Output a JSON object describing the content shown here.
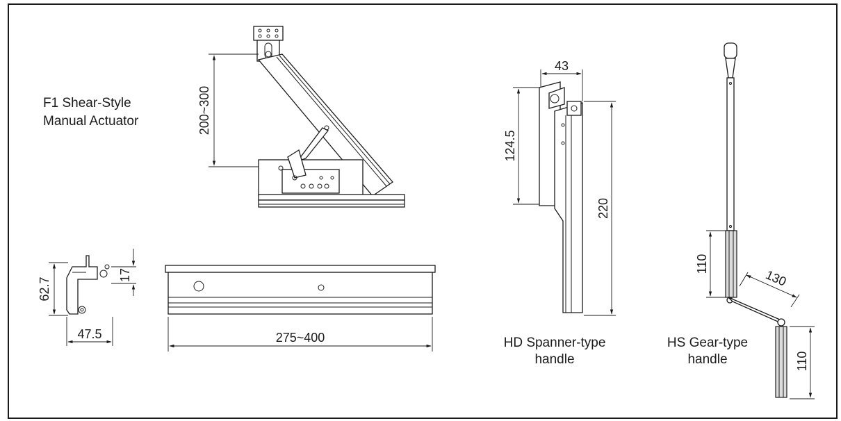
{
  "labels": {
    "f1_title_line1": "F1 Shear-Style",
    "f1_title_line2": "Manual Actuator",
    "hd_line1": "HD Spanner-type",
    "hd_line2": "handle",
    "hs_line1": "HS Gear-type",
    "hs_line2": "handle"
  },
  "dimensions": {
    "actuator_height": "200~300",
    "bracket_height": "62.7",
    "bracket_offset": "17",
    "bracket_width": "47.5",
    "rail_length": "275~400",
    "spanner_width": "43",
    "spanner_head": "124.5",
    "spanner_length": "220",
    "gear_shaft": "110",
    "gear_crank": "130",
    "gear_grip": "110"
  },
  "colors": {
    "line": "#1a1a1a",
    "shade": "#dcdcdc",
    "background": "#ffffff"
  }
}
